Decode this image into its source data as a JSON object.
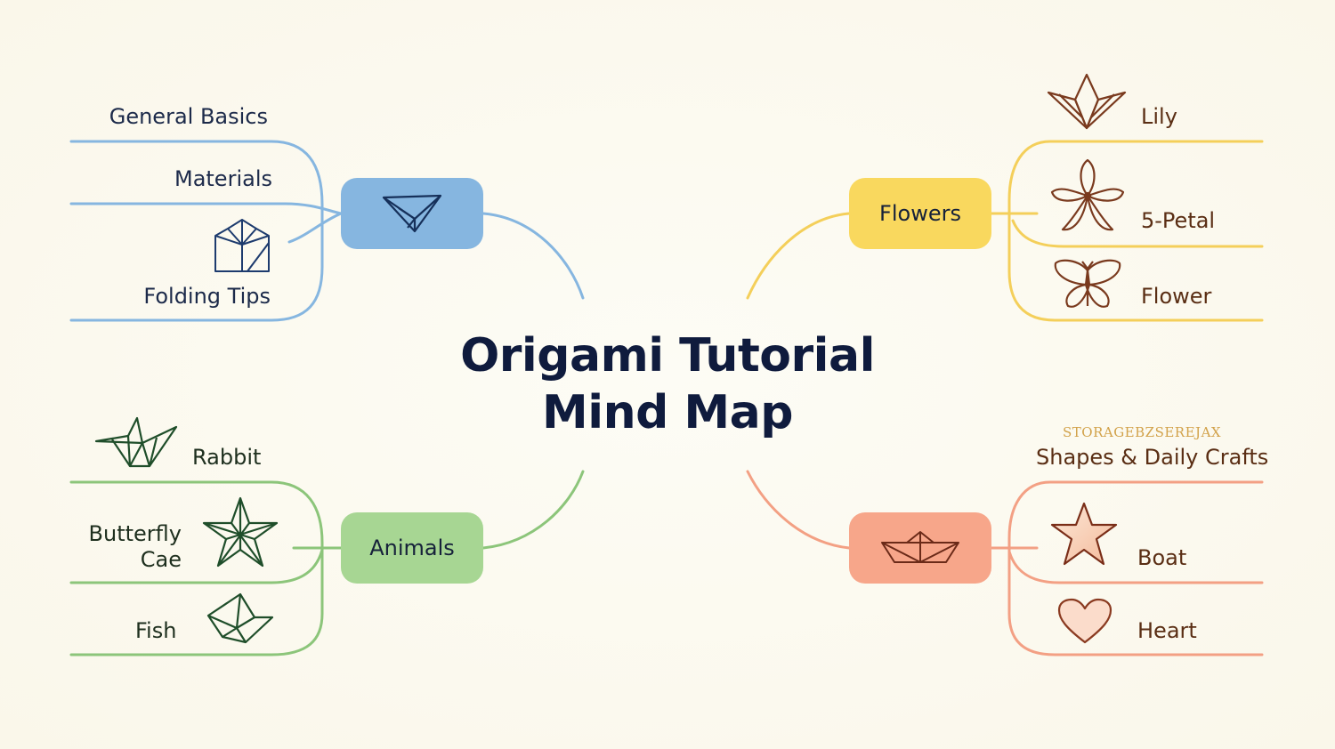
{
  "title": {
    "line1": "Origami Tutorial",
    "line2": "Mind Map"
  },
  "colors": {
    "blue": "#86b6e0",
    "yellow": "#f9d85e",
    "green": "#a7d693",
    "orange": "#f7a68a",
    "title": "#0f1b3d",
    "background": "#fcfaf0"
  },
  "branches": {
    "top_left": {
      "node_icon": "paper-plane-icon",
      "items": [
        {
          "label": "General Basics",
          "icon": ""
        },
        {
          "label": "Materials",
          "icon": ""
        },
        {
          "label": "Folding Tips",
          "icon": "origami-box-icon"
        }
      ]
    },
    "top_right": {
      "node_label": "Flowers",
      "items": [
        {
          "label": "Lily",
          "icon": "lily-icon"
        },
        {
          "label": "5-Petal",
          "icon": "five-petal-flower-icon"
        },
        {
          "label": "Flower",
          "icon": "butterfly-icon"
        }
      ]
    },
    "bottom_left": {
      "node_label": "Animals",
      "items": [
        {
          "label": "Rabbit",
          "icon": "crane-icon"
        },
        {
          "label_line1": "Butterfly",
          "label_line2": "Cae",
          "icon": "star-icon"
        },
        {
          "label": "Fish",
          "icon": "boat-fold-icon"
        }
      ]
    },
    "bottom_right": {
      "node_icon": "paper-boat-icon",
      "heading_small": "STORAGEBZSEREJAX",
      "heading": "Shapes & Daily Crafts",
      "items": [
        {
          "label": "Boat",
          "icon": "star-icon"
        },
        {
          "label": "Heart",
          "icon": "heart-icon"
        }
      ]
    }
  }
}
